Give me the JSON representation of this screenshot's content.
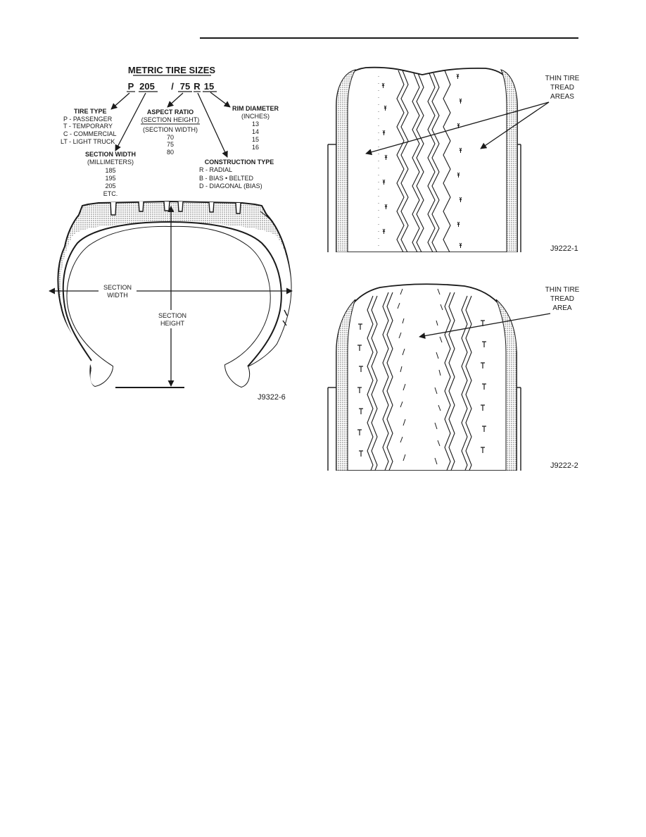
{
  "figure_size": {
    "title": "METRIC TIRE SIZES",
    "code": {
      "p": "P",
      "width": "205",
      "slash": "/",
      "aspect": "75",
      "r": "R",
      "rim": "15"
    },
    "tire_type": {
      "heading": "TIRE TYPE",
      "items": [
        "P - PASSENGER",
        "T - TEMPORARY",
        "C - COMMERCIAL",
        "LT - LIGHT TRUCK"
      ]
    },
    "aspect_ratio": {
      "heading": "ASPECT RATIO",
      "numerator": "(SECTION HEIGHT)",
      "denominator": "(SECTION WIDTH)",
      "values": [
        "70",
        "75",
        "80"
      ]
    },
    "rim_diameter": {
      "heading": "RIM DIAMETER",
      "unit": "(INCHES)",
      "values": [
        "13",
        "14",
        "15",
        "16"
      ]
    },
    "section_width": {
      "heading": "SECTION WIDTH",
      "unit": "(MILLIMETERS)",
      "values": [
        "185",
        "195",
        "205",
        "ETC."
      ]
    },
    "construction_type": {
      "heading": "CONSTRUCTION TYPE",
      "items": [
        "R - RADIAL",
        "B - BIAS • BELTED",
        "D - DIAGONAL (BIAS)"
      ]
    },
    "cross_section": {
      "width_label": [
        "SECTION",
        "WIDTH"
      ],
      "height_label": [
        "SECTION",
        "HEIGHT"
      ]
    },
    "figure_id": "J9322-6"
  },
  "figure_tread_1": {
    "callout": [
      "THIN TIRE",
      "TREAD",
      "AREAS"
    ],
    "figure_id": "J9222-1"
  },
  "figure_tread_2": {
    "callout": [
      "THIN TIRE",
      "TREAD",
      "AREA"
    ],
    "figure_id": "J9222-2"
  },
  "colors": {
    "ink": "#1a1a1a",
    "stipple": "#b8b8b8",
    "background": "#ffffff"
  }
}
